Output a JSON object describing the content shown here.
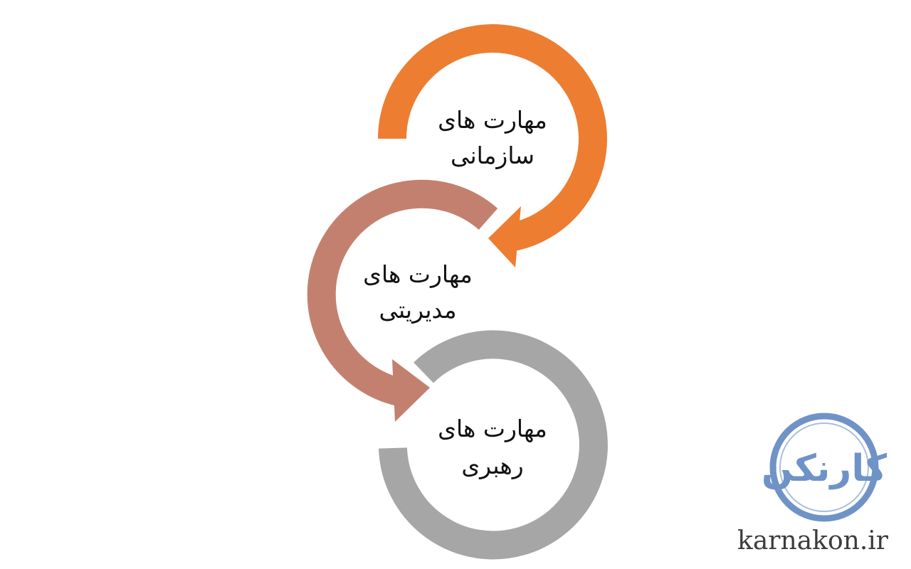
{
  "diagram": {
    "nodes": [
      {
        "id": "organizational",
        "line1": "مهارت های",
        "line2": "سازمانی",
        "color": "#ed7d31"
      },
      {
        "id": "managerial",
        "line1": "مهارت های",
        "line2": "مدیریتی",
        "color": "#c4806f"
      },
      {
        "id": "leadership",
        "line1": "مهارت های",
        "line2": "رهبری",
        "color": "#a6a6a6"
      }
    ]
  },
  "brand": {
    "logo_text": "کارنکن",
    "logo_color": "#6f93c7",
    "site_url": "karnakon.ir"
  }
}
